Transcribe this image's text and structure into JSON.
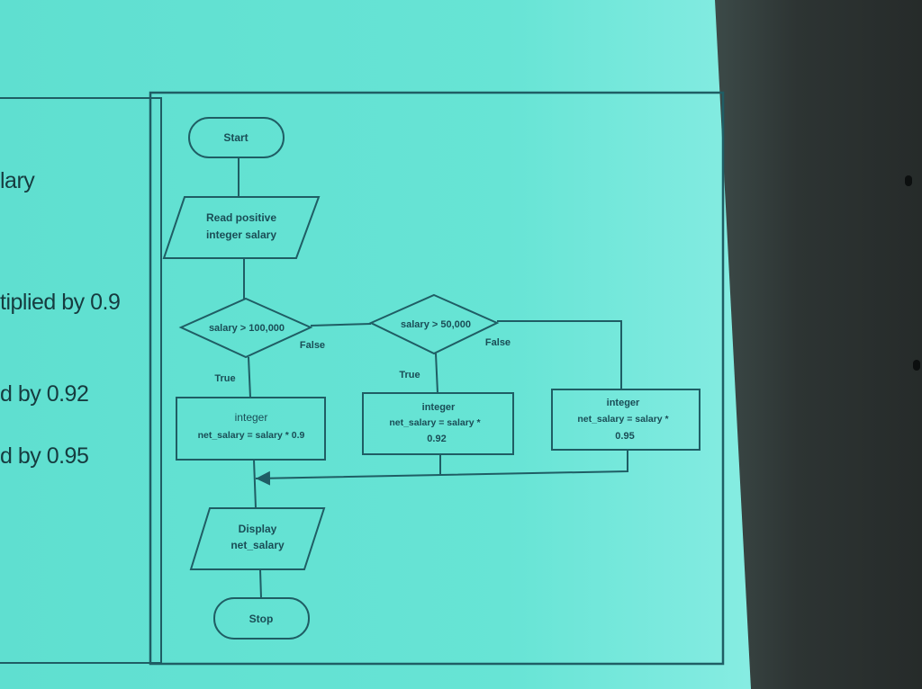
{
  "left_panel": {
    "lines": [
      "lary",
      "tiplied by 0.9",
      "d by 0.92",
      "d by 0.95"
    ]
  },
  "flowchart": {
    "start": "Start",
    "read_line1": "Read positive",
    "read_line2": "integer salary",
    "decision1": "salary > 100,000",
    "decision1_true": "True",
    "decision1_false": "False",
    "decision2": "salary > 50,000",
    "decision2_true": "True",
    "decision2_false": "False",
    "calc1_line1": "integer",
    "calc1_line2": "net_salary = salary * 0.9",
    "calc2_line1": "integer",
    "calc2_line2": "net_salary = salary *",
    "calc2_line3": "0.92",
    "calc3_line1": "integer",
    "calc3_line2": "net_salary = salary *",
    "calc3_line3": "0.95",
    "display_line1": "Display",
    "display_line2": "net_salary",
    "stop": "Stop"
  },
  "colors": {
    "screen": "#66e3d4",
    "line": "#1f5d64",
    "text": "#1a4d56"
  }
}
